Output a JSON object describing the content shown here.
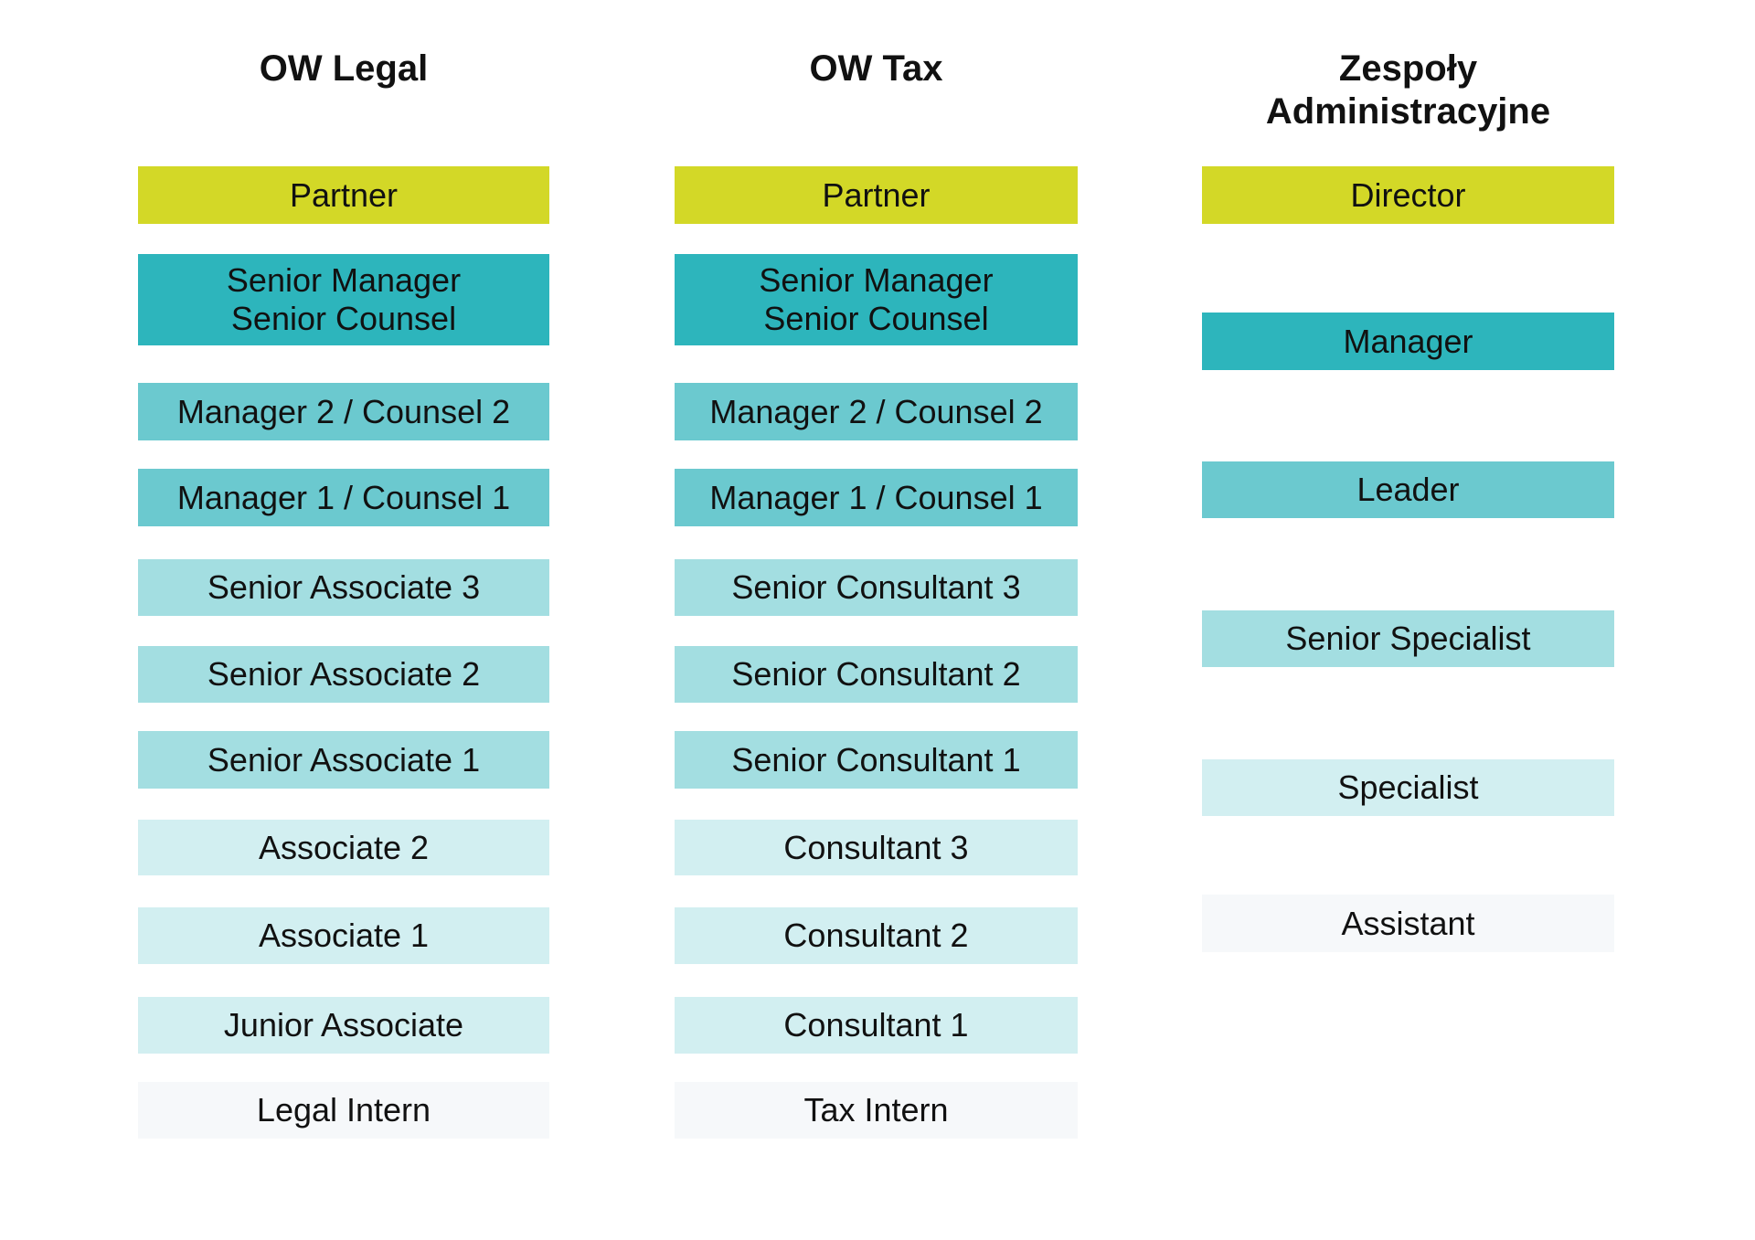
{
  "palette": {
    "background": "#ffffff",
    "text": "#111111",
    "level1": "#d3d827",
    "level2": "#2db5bc",
    "level3": "#6bc9cf",
    "level4": "#a3dee1",
    "level5": "#d2eff1",
    "level6": "#f6f8fa"
  },
  "columns": [
    {
      "id": "ow-legal",
      "header_lines": [
        "OW Legal"
      ],
      "rows": [
        {
          "label": "Partner",
          "level": 1
        },
        {
          "lines": [
            "Senior Manager",
            "Senior Counsel"
          ],
          "level": 2
        },
        {
          "label": "Manager 2 / Counsel 2",
          "level": 3
        },
        {
          "label": "Manager 1 / Counsel 1",
          "level": 3
        },
        {
          "label": "Senior Associate 3",
          "level": 4
        },
        {
          "label": "Senior Associate 2",
          "level": 4
        },
        {
          "label": "Senior Associate 1",
          "level": 4
        },
        {
          "label": "Associate 2",
          "level": 5
        },
        {
          "label": "Associate 1",
          "level": 5
        },
        {
          "label": "Junior Associate",
          "level": 5
        },
        {
          "label": "Legal Intern",
          "level": 6
        }
      ]
    },
    {
      "id": "ow-tax",
      "header_lines": [
        "OW Tax"
      ],
      "rows": [
        {
          "label": "Partner",
          "level": 1
        },
        {
          "lines": [
            "Senior Manager",
            "Senior Counsel"
          ],
          "level": 2
        },
        {
          "label": "Manager 2 / Counsel 2",
          "level": 3
        },
        {
          "label": "Manager 1 / Counsel 1",
          "level": 3
        },
        {
          "label": "Senior Consultant 3",
          "level": 4
        },
        {
          "label": "Senior Consultant 2",
          "level": 4
        },
        {
          "label": "Senior Consultant 1",
          "level": 4
        },
        {
          "label": "Consultant 3",
          "level": 5
        },
        {
          "label": "Consultant 2",
          "level": 5
        },
        {
          "label": "Consultant 1",
          "level": 5
        },
        {
          "label": "Tax Intern",
          "level": 6
        }
      ]
    },
    {
      "id": "zespoly-administracyjne",
      "header_lines": [
        "Zespoły",
        "Administracyjne"
      ],
      "rows": [
        {
          "label": "Director",
          "level": 1
        },
        {
          "label": "Manager",
          "level": 2
        },
        {
          "label": "Leader",
          "level": 3
        },
        {
          "label": "Senior Specialist",
          "level": 4
        },
        {
          "label": "Specialist",
          "level": 5
        },
        {
          "label": "Assistant",
          "level": 6
        }
      ]
    }
  ]
}
